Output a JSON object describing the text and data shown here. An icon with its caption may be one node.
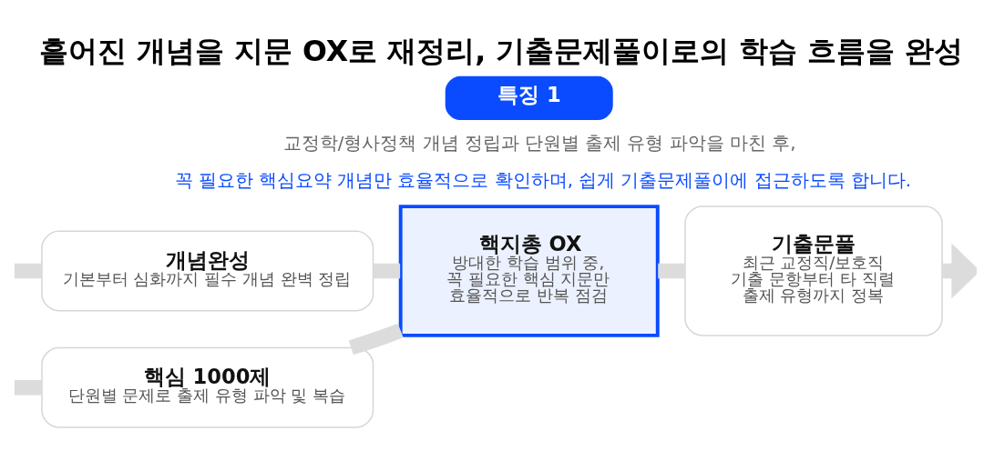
{
  "diagram": {
    "title": "흩어진 개념을 지문 OX로 재정리, 기출문제풀이로의 학습 흐름을 완성",
    "nodes": [
      {
        "text": [
          "특징 1"
        ]
      },
      {
        "text": [
          "개념완성",
          "기본부터 심화까지 필수 개념 완벽 정립"
        ]
      },
      {
        "text": [
          "핵심 1000제",
          "단원별 문제로 출제 유형 파악 및 복습"
        ]
      },
      {
        "text": [
          "핵지총 OX",
          "방대한 학습 범위 중, 꼭 필요한 핵심 지문만 효율적으로 반복 점검"
        ]
      },
      {
        "text": [
          "기출문풀",
          "최근 교정직/보호직 기출 문항부터 타 직렬 출제 유형까지 정복"
        ]
      }
    ],
    "edges": [
      {
        "from": null,
        "to": 1,
        "arrow": "none"
      },
      {
        "from": null,
        "to": 2,
        "arrow": "none"
      },
      {
        "from": 1,
        "to": 3,
        "arrow": "none"
      },
      {
        "from": 2,
        "to": 3,
        "arrow": "none"
      },
      {
        "from": 3,
        "to": 4,
        "arrow": "none"
      },
      {
        "from": 4,
        "to": null,
        "arrow": "to"
      }
    ],
    "labels": [
      "교정학/형사정책 개념 정립과 단원별 출제 유형 파악을 마친 후,",
      "꼭 필요한 핵심요약 개념만 효율적으로 확인하며, 쉽게 기출문제풀이에 접근하도록 합니다."
    ]
  }
}
